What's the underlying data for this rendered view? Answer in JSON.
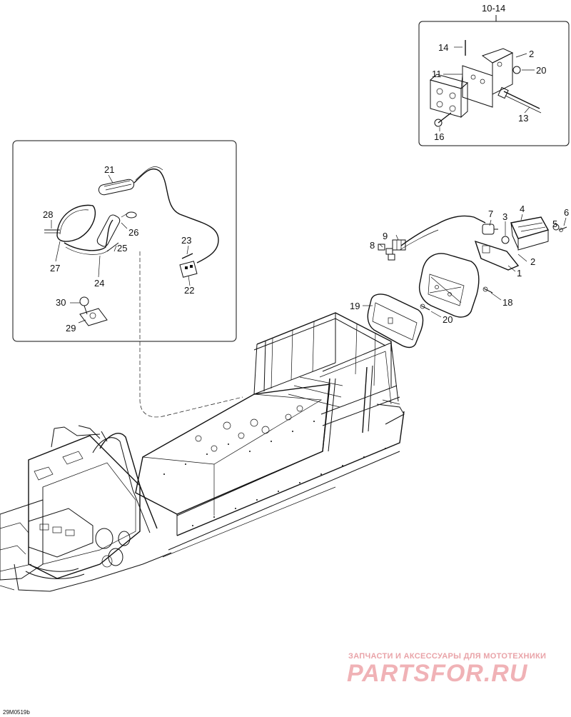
{
  "diagram": {
    "reference_code": "29M0519b",
    "detail_box_header": "10-14",
    "callouts": {
      "c1": "1",
      "c2a": "2",
      "c2b": "2",
      "c3": "3",
      "c4": "4",
      "c5": "5",
      "c6": "6",
      "c7": "7",
      "c8": "8",
      "c9": "9",
      "c10_14": "10-14",
      "c11": "11",
      "c13": "13",
      "c14": "14",
      "c16": "16",
      "c18": "18",
      "c19": "19",
      "c20a": "20",
      "c20b": "20",
      "c21": "21",
      "c22": "22",
      "c23": "23",
      "c24": "24",
      "c25": "25",
      "c26": "26",
      "c27": "27",
      "c28": "28",
      "c29": "29",
      "c30": "30"
    }
  },
  "watermark": {
    "tagline": "ЗАПЧАСТИ И АКСЕССУАРЫ ДЛЯ МОТОТЕХНИКИ",
    "logo": "PARTSFOR.RU",
    "color": "#f0b2b6"
  }
}
